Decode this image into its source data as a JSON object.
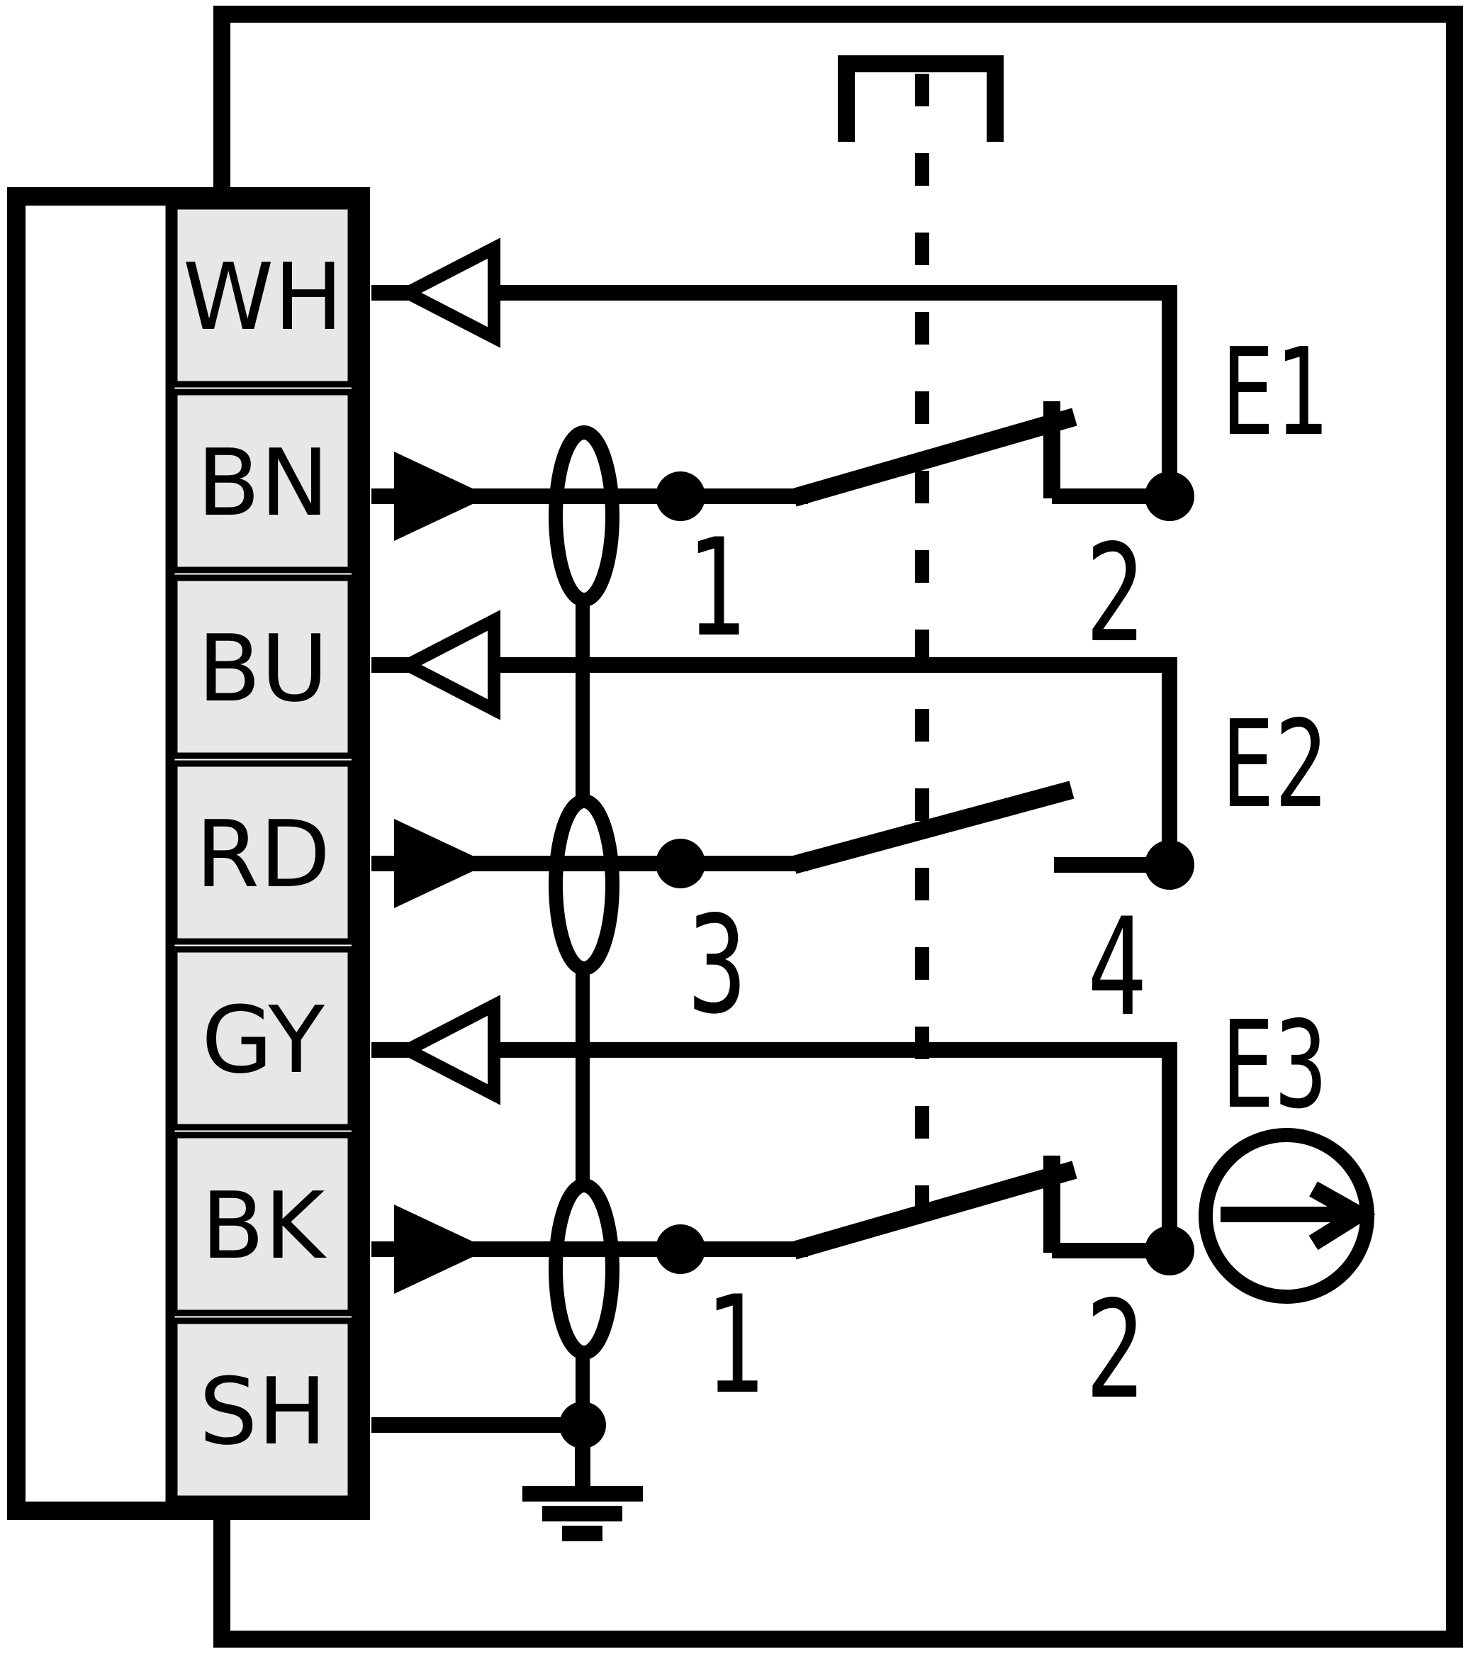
{
  "colors": {
    "ink": "#000000",
    "cell_fill": "#e7e7e7",
    "background": "#ffffff"
  },
  "terminal_block": {
    "labels": [
      "WH",
      "BN",
      "BU",
      "RD",
      "GY",
      "BK",
      "SH"
    ]
  },
  "switches": [
    {
      "label": "E1",
      "contact_left": "1",
      "contact_right": "2"
    },
    {
      "label": "E2",
      "contact_left": "3",
      "contact_right": "4"
    },
    {
      "label": "E3",
      "contact_left": "1",
      "contact_right": "2"
    }
  ],
  "symbols": {
    "connector_bracket": "plug-connector-icon",
    "dashed_line": "housing-boundary",
    "filled_arrow": "input-signal-arrow-icon",
    "hollow_arrow": "output-signal-arrow-icon",
    "shield_oval": "cable-shield-oval-icon",
    "ground": "earth-ground-icon",
    "circle_arrow": "output-drive-icon"
  }
}
